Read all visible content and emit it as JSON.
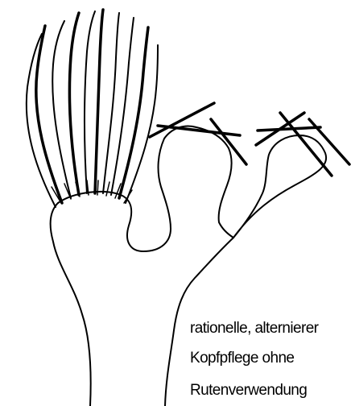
{
  "caption": {
    "line1": "rationelle, alternierer",
    "line2": "Kopfpflege ohne",
    "line3": "Rutenverwendung"
  },
  "colors": {
    "stroke": "#000000",
    "background": "#ffffff"
  }
}
